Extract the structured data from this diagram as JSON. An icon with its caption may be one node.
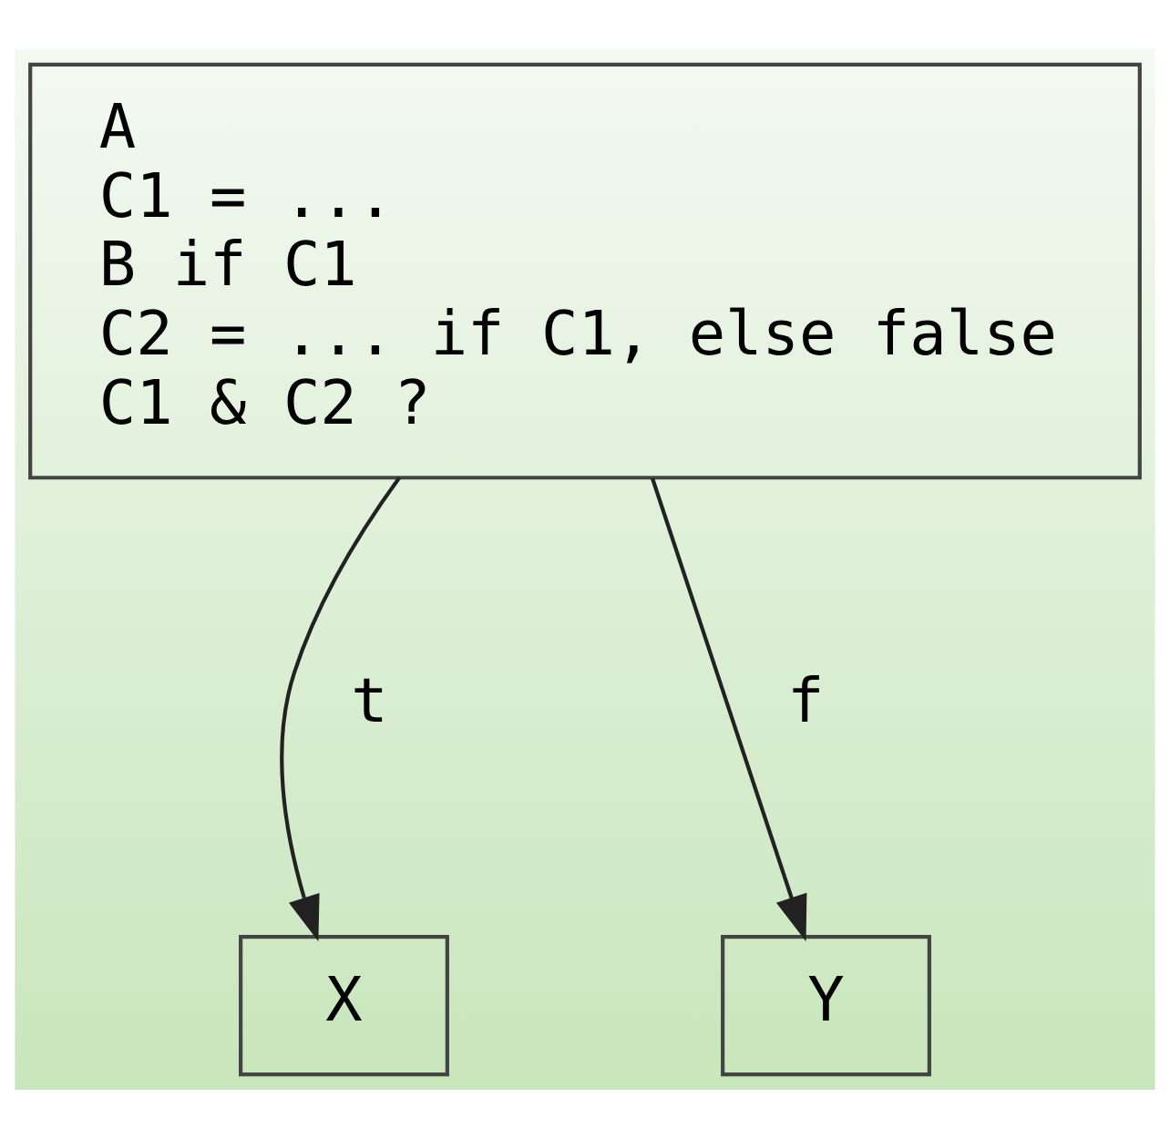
{
  "diagram": {
    "nodes": [
      {
        "text": [
          "A",
          "C1 = ...",
          "B if C1",
          "C2 = ... if C1, else false",
          "C1 & C2 ?"
        ]
      },
      {
        "text": [
          "X"
        ]
      },
      {
        "text": [
          "Y"
        ]
      }
    ],
    "edges": [
      {
        "from": 0,
        "to": 1,
        "arrow": "to",
        "label": "t"
      },
      {
        "from": 0,
        "to": 2,
        "arrow": "to",
        "label": "f"
      }
    ]
  }
}
